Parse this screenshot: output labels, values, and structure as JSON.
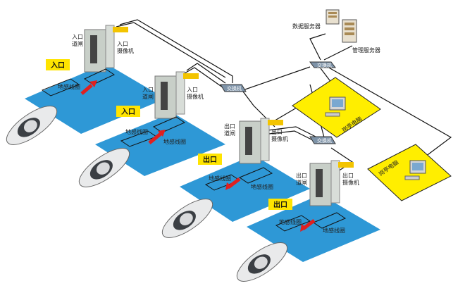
{
  "servers": {
    "data_server": "数据服务器",
    "mgmt_server": "管理服务器"
  },
  "switches": {
    "sw_top": "交换机",
    "sw_mid": "交换机",
    "sw_low": "交换机"
  },
  "booths": {
    "left": "岗亭电脑",
    "right": "岗亭电脑"
  },
  "lanes": [
    {
      "badge": "入口",
      "gate_label": "入口\n道闸",
      "camera_label": "入口\n摄像机",
      "loop_label": "地感线圈"
    },
    {
      "badge": "入口",
      "gate_label": "入口\n道闸",
      "camera_label": "入口\n摄像机",
      "loop_label": "地感线圈",
      "loop_label_2": "地感线圈"
    },
    {
      "badge": "出口",
      "gate_label": "出口\n道闸",
      "camera_label": "出口\n摄像机",
      "loop_label": "地感线圈",
      "loop_label_2": "地感线圈"
    },
    {
      "badge": "出口",
      "gate_label": "出口\n道闸",
      "camera_label": "出口\n摄像机",
      "loop_label": "地感线圈",
      "loop_label_2": "地感线圈"
    }
  ],
  "colors": {
    "lane_blue": "#2e98d6",
    "badge_yellow": "#ffe400",
    "booth_yellow": "#ffee00",
    "arrow_red": "#e02020",
    "gate_grey": "#c8cfc8"
  }
}
